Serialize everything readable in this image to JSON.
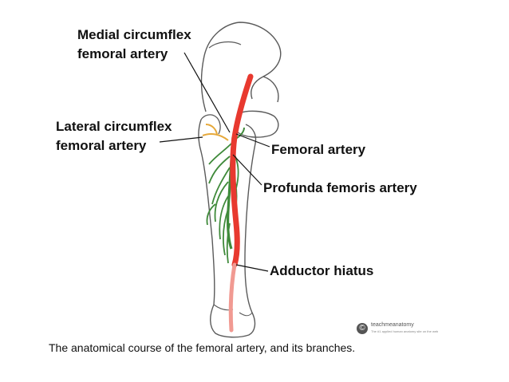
{
  "labels": {
    "medial_line1": "Medial circumflex",
    "medial_line2": "femoral artery",
    "lateral_line1": "Lateral circumflex",
    "lateral_line2": "femoral artery",
    "femoral": "Femoral artery",
    "profunda": "Profunda femoris artery",
    "adductor": "Adductor hiatus"
  },
  "caption": "The anatomical course of the femoral artery, and its branches.",
  "watermark": {
    "logo_glyph": "©",
    "name": "teachmeanatomy",
    "tagline": "The #1 applied human anatomy site on the web"
  },
  "colors": {
    "femoral_artery": "#e8392f",
    "femoral_artery_distal": "#f19a92",
    "profunda_branches": "#3f8a3a",
    "lateral_circumflex": "#e6a93b",
    "bone_outline": "#5a5a5a",
    "leader_line": "#111111"
  },
  "icons": [
    "copyright-logo-icon"
  ]
}
